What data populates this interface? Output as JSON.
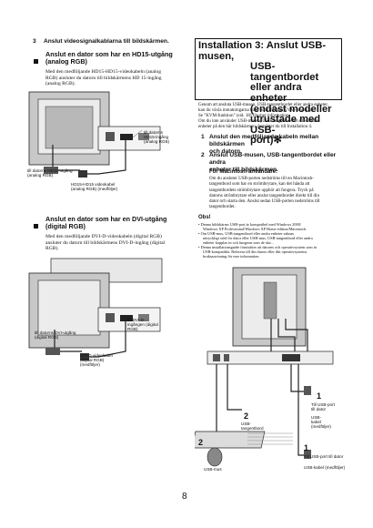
{
  "left": {
    "step3": "3",
    "step3_text": "Anslut videosignalkablarna till bildskärmen.",
    "sec1_title_1": "Anslut en dator som har en HD15-utgång",
    "sec1_title_2": "(analog RGB)",
    "sec1_body": [
      "Med den medföljande HD15-HD15-videokabeln (analog",
      "RGB) ansluter du datorn till bildskärmens HD 15-ingång",
      "(analog RGB)."
    ],
    "fig1_labels": {
      "to_hd15_in_1": "till datorns",
      "to_hd15_in_2": "HD15-ingång",
      "to_hd15_in_3": "(analog RGB)",
      "to_hd15_out_1": "till datorns HD15-utgång",
      "to_hd15_out_2": "(analog RGB)",
      "cable_1": "HD15-HD15 videokabel",
      "cable_2": "(analog RGB) (medföljer)"
    },
    "sec2_title_1": "Anslut en dator som har en DVI-utgång",
    "sec2_title_2": "(digital RGB)",
    "sec2_body": [
      "Med den medföljande DVI-D-videokabeln (digital RGB)",
      "ansluter du datorn till bildskärmens DVI-D-ingång (digital",
      "RGB)."
    ],
    "fig2_labels": {
      "dvi_in_1": "till DVI-D-",
      "dvi_in_2": "ingången (digital",
      "dvi_in_3": "RGB)",
      "dvi_out_1": "till datorns DVI-utgång",
      "dvi_out_2": "(digital RGB)",
      "cable_1": "DVI-D videokabel",
      "cable_2": "(digital RGB)",
      "cable_3": "(medföljer)"
    }
  },
  "right": {
    "heading": [
      "Installation 3: Anslut USB-musen,",
      "USB-tangentbordet",
      "eller andra enheter",
      "(endast modeller",
      "utrustade med USB-",
      "port)"
    ],
    "intro": [
      "Genom att ansluta USB-musen, USB-tangentbordet eller andra enheter,",
      "kan du växla inmatningarna fram och tillbaka (KVM-funktion).",
      "Se \"KVM-funktion\" (sid. 18) för mer information.",
      "Om du inte använder USB-musen, USB-tangentbordet eller andra",
      "enheter på den här bildskärmen, fortsätter du till Installation 4."
    ],
    "step1_num": "1",
    "step1_text_1": "Anslut den medföljande kabeln mellan bildskärmen",
    "step1_text_2": "och datorn.",
    "step2_num": "2",
    "step2_text_1": "Anslut USB-musen, USB-tangentbordet eller andra",
    "step2_text_2": "enheter till bildskärmen.",
    "mac_title": "För Macintosh-användare:",
    "mac_body": [
      "Om du ansluter USB-porten nedströms till en Macintosh-",
      "tangentbord som har en strömbrytare, kan det hända att",
      "tangentbordets strömbrytare upphör att fungera. Tryck på",
      "datorns strömbrytare eller anslut tangentbordet direkt till din",
      "dator och starta den. Anslut sedan USB-porten nedströms till",
      "tangentbordet."
    ],
    "obs": "Obs!",
    "notes": [
      "Denna bildskärms USB-port är kompatibel med Windows 2000/",
      "Windows XP Professional/Windows XP Home edition/Macintosh.",
      "Om USB-mus, USB-tangentbord eller andra enheter saknas",
      "uttryckligt stöd för dator eller USB-mus, USB-tangentbord eller andra",
      "enheter kopplas in och fungerar som de ska...",
      "Denna installationsguide förutsätter att datorns och operativsystem som är",
      "USB-kompatibla. Referera till din dators eller ditt operativsystems",
      "bruksanvisning för mer information."
    ],
    "fig_labels": {
      "n1a": "1",
      "usb_port_1": "Till USB-port",
      "usb_port_2": "till dator",
      "usb_cable_1": "USB-",
      "usb_cable_2": "kabel",
      "usb_cable_3": "(medföljer)",
      "n2a": "2",
      "keyboard_1": "USB-",
      "keyboard_2": "tangentbord",
      "n2b": "2",
      "mouse": "USB-mus",
      "n1b": "1",
      "usb_port_b": "Till USB-port till dator",
      "usb_cable_b": "USB-kabel (medföljer)"
    }
  },
  "page_number": "8"
}
